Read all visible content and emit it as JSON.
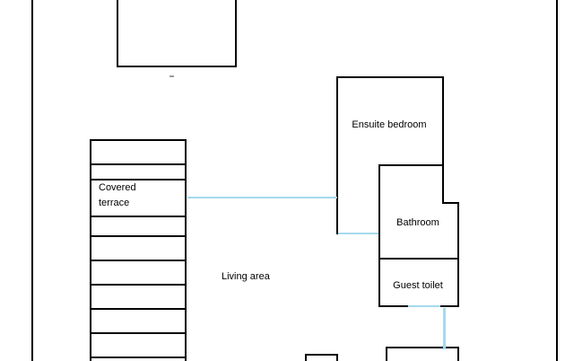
{
  "figure": {
    "kind": "floor-plan"
  },
  "labels": {
    "covered_terrace": "Covered terrace",
    "living_area": "Living area",
    "ensuite_bedroom": "Ensuite bedroom",
    "bathroom": "Bathroom",
    "guest_toilet": "Guest toilet"
  },
  "colors": {
    "wall": "#000000",
    "door": "#a6d9ee",
    "background": "#ffffff"
  }
}
